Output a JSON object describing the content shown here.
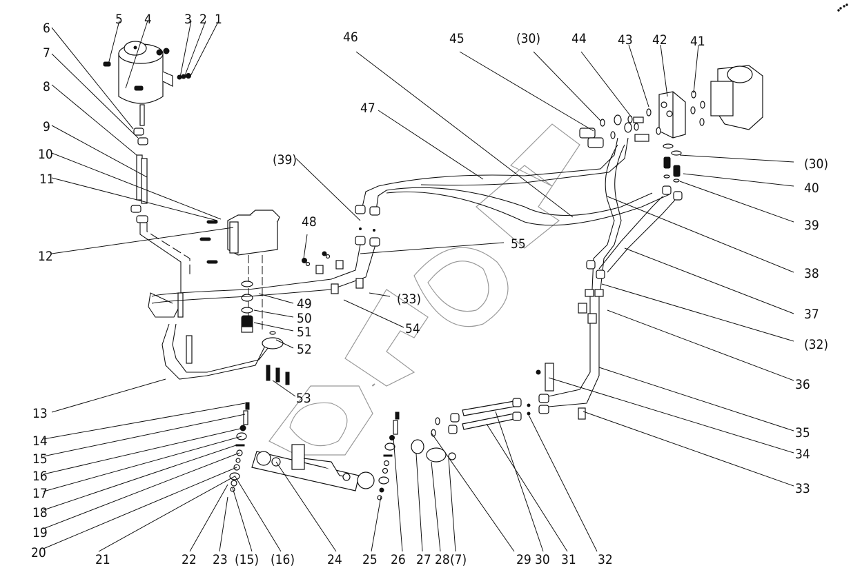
{
  "diagram": {
    "type": "exploded parts diagram",
    "subject": "steering hydraulic system",
    "watermark": "БИЗОН",
    "corner_mark": "",
    "callouts": [
      {
        "id": "c1",
        "text": "1"
      },
      {
        "id": "c2",
        "text": "2"
      },
      {
        "id": "c3",
        "text": "3"
      },
      {
        "id": "c4",
        "text": "4"
      },
      {
        "id": "c5",
        "text": "5"
      },
      {
        "id": "c6",
        "text": "6"
      },
      {
        "id": "c7",
        "text": "7"
      },
      {
        "id": "c8",
        "text": "8"
      },
      {
        "id": "c9",
        "text": "9"
      },
      {
        "id": "c10",
        "text": "10"
      },
      {
        "id": "c11",
        "text": "11"
      },
      {
        "id": "c12",
        "text": "12"
      },
      {
        "id": "c13",
        "text": "13"
      },
      {
        "id": "c14",
        "text": "14"
      },
      {
        "id": "c15",
        "text": "15"
      },
      {
        "id": "c16",
        "text": "16"
      },
      {
        "id": "c17",
        "text": "17"
      },
      {
        "id": "c18",
        "text": "18"
      },
      {
        "id": "c19",
        "text": "19"
      },
      {
        "id": "c20",
        "text": "20"
      },
      {
        "id": "c21",
        "text": "21"
      },
      {
        "id": "c22",
        "text": "22"
      },
      {
        "id": "c23",
        "text": "23"
      },
      {
        "id": "c15b",
        "text": "(15)"
      },
      {
        "id": "c16b",
        "text": "(16)"
      },
      {
        "id": "c24",
        "text": "24"
      },
      {
        "id": "c25",
        "text": "25"
      },
      {
        "id": "c26",
        "text": "26"
      },
      {
        "id": "c27",
        "text": "27"
      },
      {
        "id": "c28",
        "text": "28"
      },
      {
        "id": "c7b",
        "text": "(7)"
      },
      {
        "id": "c29",
        "text": "29"
      },
      {
        "id": "c30",
        "text": "30"
      },
      {
        "id": "c31",
        "text": "31"
      },
      {
        "id": "c32",
        "text": "32"
      },
      {
        "id": "c33",
        "text": "33"
      },
      {
        "id": "c34",
        "text": "34"
      },
      {
        "id": "c35",
        "text": "35"
      },
      {
        "id": "c36",
        "text": "36"
      },
      {
        "id": "c32b",
        "text": "(32)"
      },
      {
        "id": "c37",
        "text": "37"
      },
      {
        "id": "c38",
        "text": "38"
      },
      {
        "id": "c39",
        "text": "39"
      },
      {
        "id": "c40",
        "text": "40"
      },
      {
        "id": "c30b",
        "text": "(30)"
      },
      {
        "id": "c41",
        "text": "41"
      },
      {
        "id": "c42",
        "text": "42"
      },
      {
        "id": "c43",
        "text": "43"
      },
      {
        "id": "c44",
        "text": "44"
      },
      {
        "id": "c30c",
        "text": "(30)"
      },
      {
        "id": "c45",
        "text": "45"
      },
      {
        "id": "c46",
        "text": "46"
      },
      {
        "id": "c47",
        "text": "47"
      },
      {
        "id": "c39b",
        "text": "(39)"
      },
      {
        "id": "c48",
        "text": "48"
      },
      {
        "id": "c55",
        "text": "55"
      },
      {
        "id": "c49",
        "text": "49"
      },
      {
        "id": "c50",
        "text": "50"
      },
      {
        "id": "c51",
        "text": "51"
      },
      {
        "id": "c52",
        "text": "52"
      },
      {
        "id": "c53",
        "text": "53"
      },
      {
        "id": "c54",
        "text": "54"
      },
      {
        "id": "c33b",
        "text": "(33)"
      }
    ]
  }
}
